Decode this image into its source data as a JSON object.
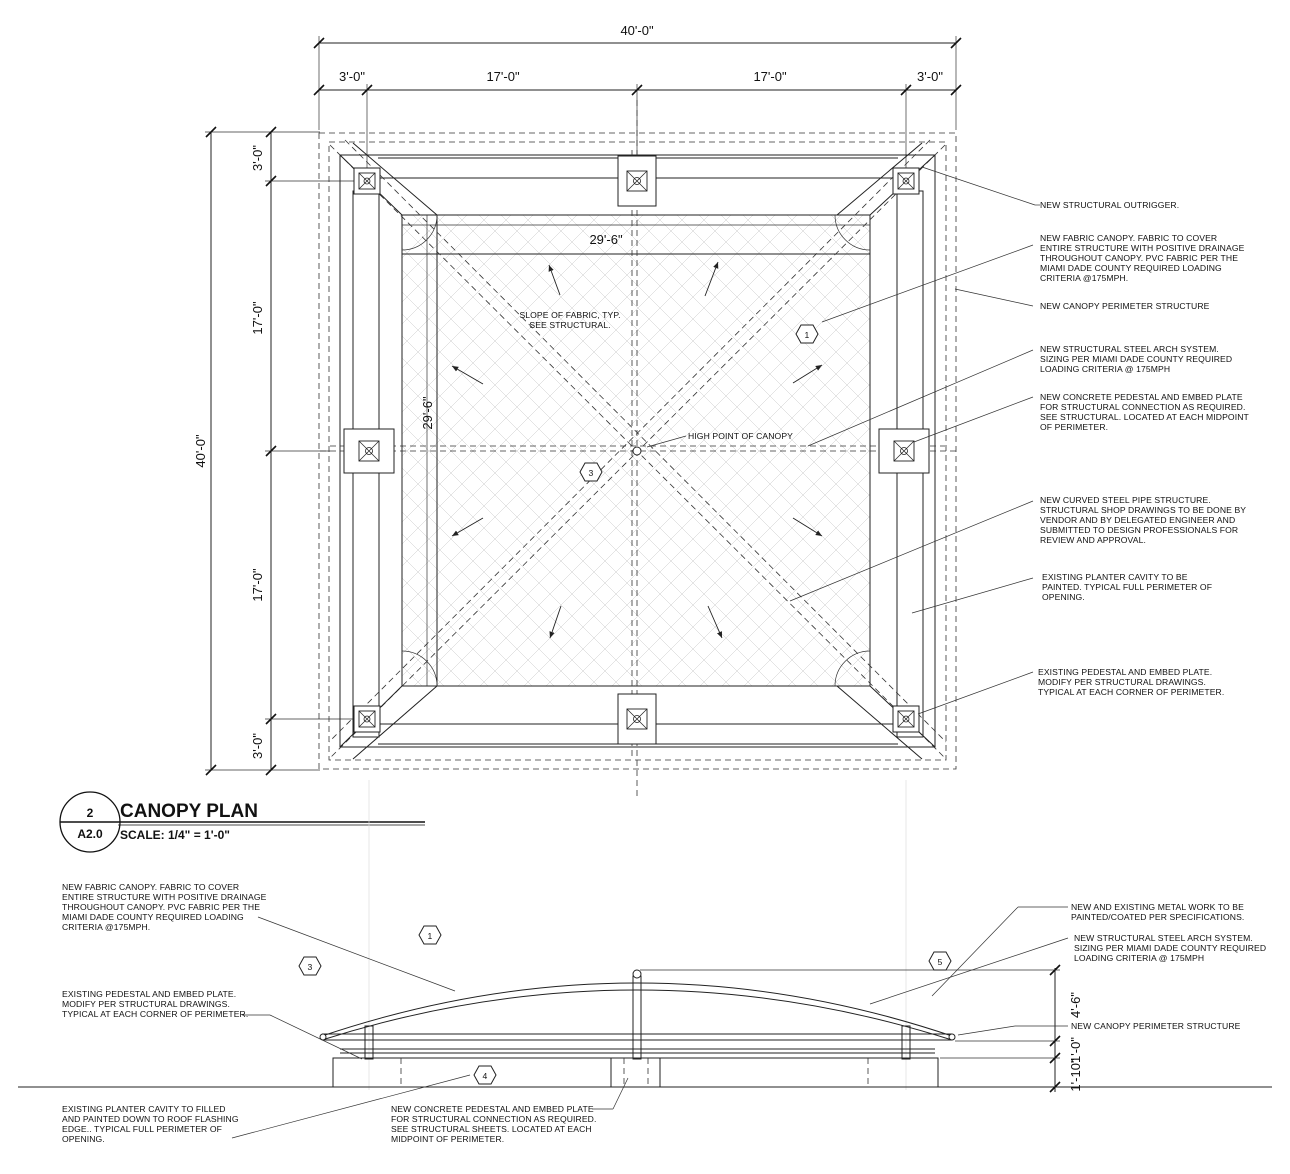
{
  "dimensions": {
    "overall_width": "40'-0\"",
    "segments_top": [
      "3'-0\"",
      "17'-0\"",
      "17'-0\"",
      "3'-0\""
    ],
    "overall_height": "40'-0\"",
    "segments_left": [
      "3'-0\"",
      "17'-0\"",
      "17'-0\"",
      "3'-0\""
    ],
    "inner_width": "29'-6\"",
    "inner_height": "29'-6\"",
    "elev_height_top": "4'-6\"",
    "elev_height_mid": "1'-0\"",
    "elev_height_bottom": "1'-10\""
  },
  "plan_labels": {
    "slope_note_1": "SLOPE OF FABRIC, TYP.",
    "slope_note_2": "SEE STRUCTURAL.",
    "high_point": "HIGH POINT OF CANOPY",
    "tag_1": "1",
    "tag_3": "3"
  },
  "plan_notes": [
    [
      "NEW STRUCTURAL OUTRIGGER."
    ],
    [
      "NEW FABRIC CANOPY. FABRIC TO COVER",
      "ENTIRE STRUCTURE WITH POSITIVE DRAINAGE",
      "THROUGHOUT CANOPY. PVC FABRIC PER THE",
      "MIAMI DADE COUNTY REQUIRED LOADING",
      "CRITERIA @175MPH."
    ],
    [
      "NEW CANOPY PERIMETER STRUCTURE"
    ],
    [
      "NEW STRUCTURAL STEEL ARCH SYSTEM.",
      "SIZING PER MIAMI DADE COUNTY REQUIRED",
      "LOADING CRITERIA @ 175MPH"
    ],
    [
      "NEW CONCRETE PEDESTAL AND  EMBED PLATE",
      "FOR STRUCTURAL CONNECTION AS REQUIRED.",
      "SEE STRUCTURAL. LOCATED  AT EACH MIDPOINT",
      "OF PERIMETER."
    ],
    [
      "NEW CURVED STEEL PIPE STRUCTURE.",
      "STRUCTURAL SHOP DRAWINGS TO BE DONE BY",
      "VENDOR AND BY DELEGATED ENGINEER AND",
      "SUBMITTED TO DESIGN PROFESSIONALS FOR",
      "REVIEW AND APPROVAL."
    ],
    [
      "EXISTING PLANTER CAVITY TO BE",
      "PAINTED. TYPICAL FULL PERIMETER OF",
      "OPENING."
    ],
    [
      "EXISTING PEDESTAL AND  EMBED PLATE.",
      "MODIFY PER STRUCTURAL DRAWINGS.",
      "TYPICAL AT EACH CORNER OF PERIMETER."
    ]
  ],
  "title_block": {
    "number": "2",
    "sheet": "A2.0",
    "title": "CANOPY PLAN",
    "scale": "SCALE: 1/4\" = 1'-0\""
  },
  "elevation_notes": {
    "left": [
      [
        "NEW FABRIC CANOPY. FABRIC TO COVER",
        "ENTIRE STRUCTURE WITH POSITIVE DRAINAGE",
        "THROUGHOUT CANOPY. PVC FABRIC PER THE",
        "MIAMI DADE COUNTY REQUIRED LOADING",
        "CRITERIA @175MPH."
      ],
      [
        "EXISTING PEDESTAL AND  EMBED PLATE.",
        "MODIFY PER STRUCTURAL DRAWINGS.",
        "TYPICAL AT EACH CORNER OF PERIMETER."
      ],
      [
        "EXISTING PLANTER CAVITY TO FILLED",
        "AND PAINTED DOWN TO ROOF FLASHING",
        "EDGE.. TYPICAL FULL PERIMETER OF",
        "OPENING."
      ]
    ],
    "bottom_center": [
      "NEW CONCRETE PEDESTAL AND  EMBED PLATE",
      "FOR STRUCTURAL CONNECTION AS REQUIRED.",
      "SEE STRUCTURAL SHEETS. LOCATED  AT EACH",
      "MIDPOINT OF PERIMETER."
    ],
    "right": [
      [
        "NEW AND EXISTING  METAL WORK TO BE",
        "PAINTED/COATED PER SPECIFICATIONS."
      ],
      [
        "NEW STRUCTURAL STEEL ARCH SYSTEM.",
        "SIZING PER MIAMI DADE COUNTY REQUIRED",
        "LOADING CRITERIA @ 175MPH"
      ],
      [
        "NEW CANOPY PERIMETER STRUCTURE"
      ]
    ],
    "tags": [
      "1",
      "3",
      "4",
      "5"
    ]
  }
}
